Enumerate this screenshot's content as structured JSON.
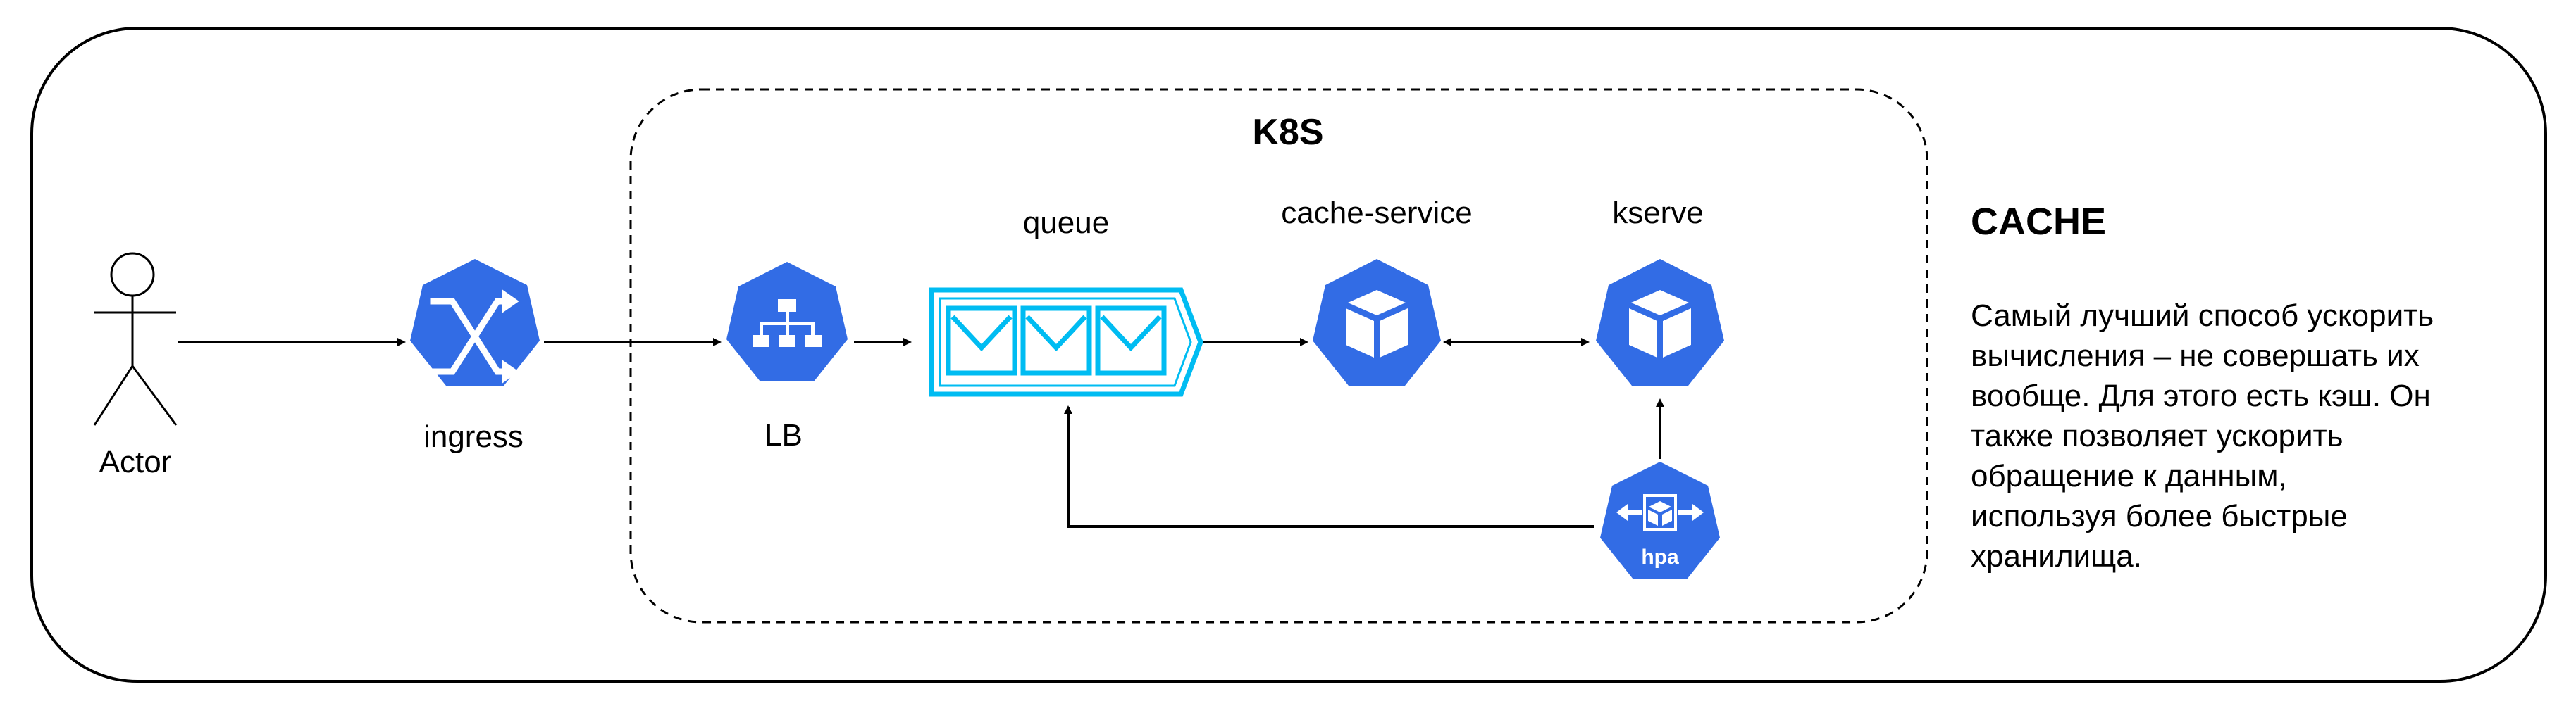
{
  "colors": {
    "k8s_blue": "#326ce5",
    "queue_cyan": "#00bcf2",
    "line": "#000000"
  },
  "k8s_cluster": {
    "title": "K8S"
  },
  "nodes": {
    "actor": {
      "label": "Actor",
      "icon": "person-icon"
    },
    "ingress": {
      "label": "ingress",
      "icon": "shuffle-icon"
    },
    "lb": {
      "label": "LB",
      "icon": "network-tree-icon"
    },
    "queue": {
      "label": "queue",
      "icon": "envelope-icon"
    },
    "cache_service": {
      "label": "cache-service",
      "icon": "cube-icon"
    },
    "kserve": {
      "label": "kserve",
      "icon": "cube-icon"
    },
    "hpa": {
      "label": "hpa",
      "icon": "cube-arrows-icon"
    }
  },
  "sidebar": {
    "title": "CACHE",
    "description": "Самый лучший способ ускорить\nвычисления – не совершать их\nвообще. Для этого есть кэш. Он\nтакже позволяет ускорить\nобращение к данным,\nиспользуя более быстрые\nхранилища."
  }
}
